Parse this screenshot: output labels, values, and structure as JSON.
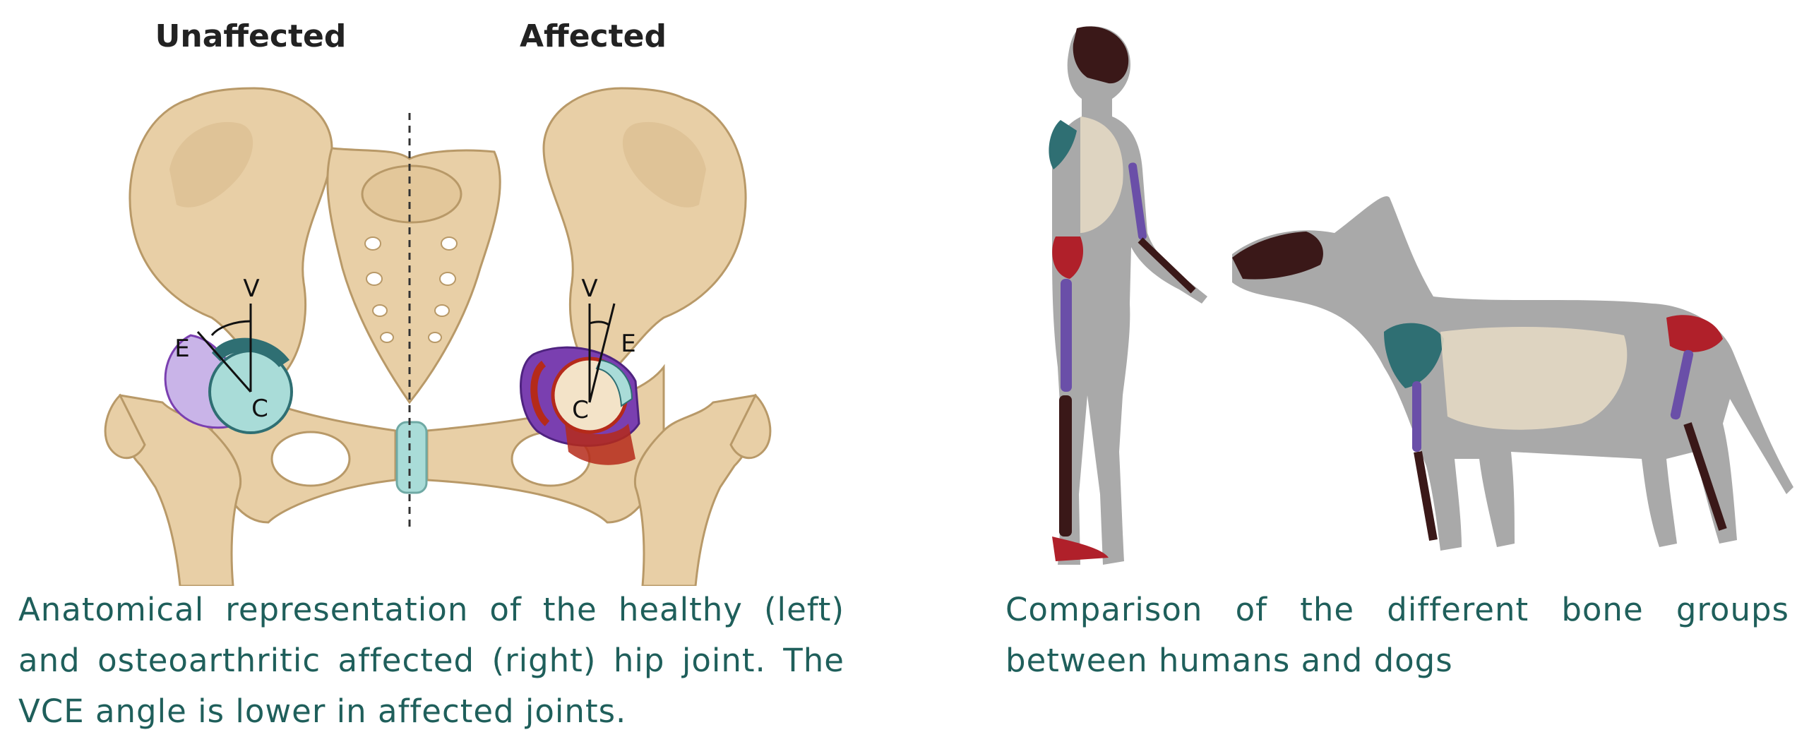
{
  "page": {
    "top_title_fragment": ""
  },
  "left_figure": {
    "label_unaffected": "Unaffected",
    "label_affected": "Affected",
    "angle_labels": {
      "v_left": "V",
      "e_left": "E",
      "c_left": "C",
      "v_right": "V",
      "e_right": "E",
      "c_right": "C"
    },
    "caption": "Anatomical representation of the healthy (left) and osteoarthritic affected (right) hip joint. The VCE angle is lower in affected joints."
  },
  "right_figure": {
    "caption": "Comparison of the different bone groups between humans and dogs"
  },
  "colors": {
    "bone": "#e8cfa6",
    "bone_outline": "#b89968",
    "cartilage": "#a9dcd8",
    "arthritis_purple": "#7a3fb0",
    "arthritis_red": "#b52a1a",
    "body_gray": "#a9a9a9",
    "skull_dark": "#3a1818",
    "scapula_teal": "#2f6f73",
    "pelvis_red": "#b0202a",
    "femur_purple": "#6a4fa8",
    "caption_teal": "#1f5f5b"
  }
}
